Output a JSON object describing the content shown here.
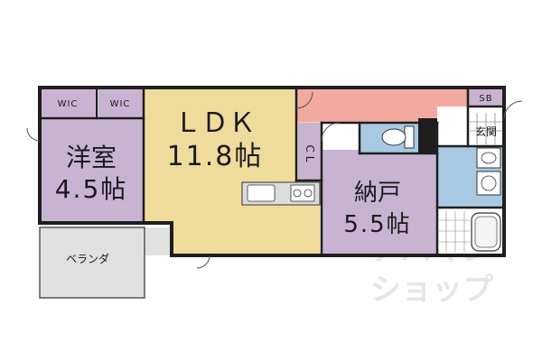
{
  "rooms": {
    "wic_left": "WIC",
    "wic_right": "WIC",
    "ldk_name": "ＬＤＫ",
    "ldk_size": "11.8帖",
    "youshitsu_name": "洋室",
    "youshitsu_size": "4.5帖",
    "nando_name": "納戸",
    "nando_size": "5.5帖",
    "cl": "C L",
    "sb": "SB",
    "genkan": "玄関",
    "veranda": "ベランダ"
  },
  "watermark": {
    "line1": "アパマン",
    "line2": "ショップ"
  },
  "colors": {
    "wall": "#1e1e1e",
    "ldk": "#efdb9c",
    "room": "#c8b4d2",
    "hall": "#f3a9a0",
    "water": "#a9c9e2",
    "veranda": "#e1e1e1",
    "counter": "#dcdcdc"
  }
}
